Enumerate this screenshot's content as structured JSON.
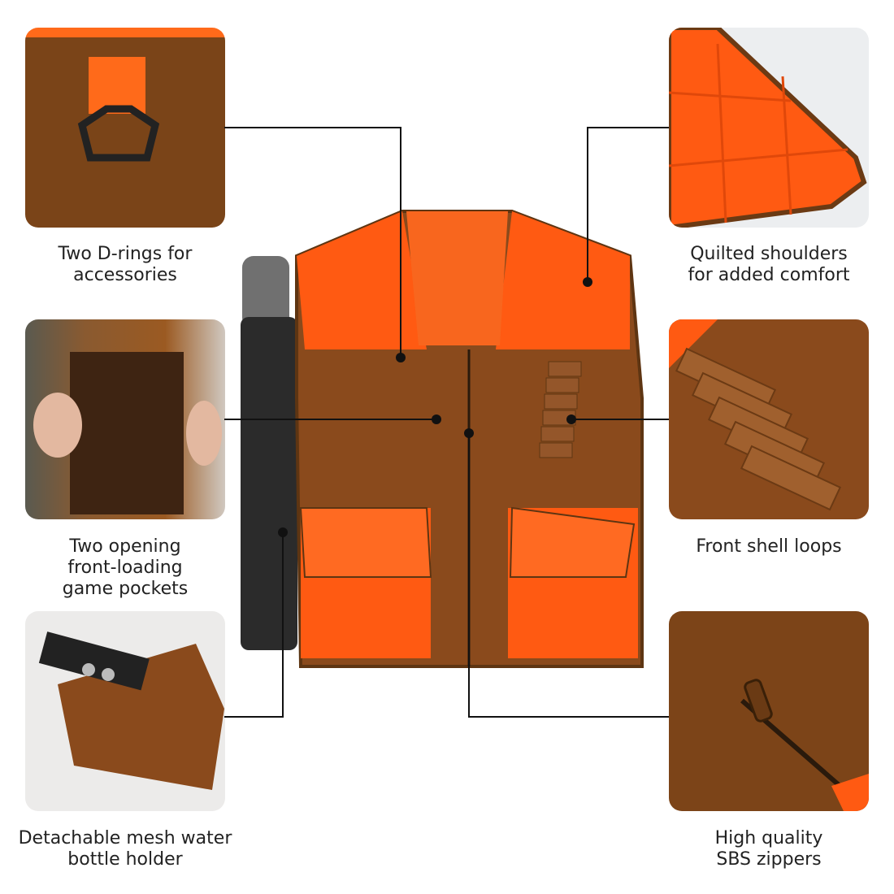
{
  "features": [
    {
      "id": "d-rings",
      "lines": [
        "Two D-rings for",
        "accessories"
      ]
    },
    {
      "id": "quilted-shoulders",
      "lines": [
        "Quilted shoulders",
        "for added comfort"
      ]
    },
    {
      "id": "game-pockets",
      "lines": [
        "Two opening",
        "front-loading",
        "game pockets"
      ]
    },
    {
      "id": "shell-loops",
      "lines": [
        "Front shell loops"
      ]
    },
    {
      "id": "bottle-holder",
      "lines": [
        "Detachable mesh water",
        "bottle holder"
      ]
    },
    {
      "id": "zippers",
      "lines": [
        "High quality",
        "SBS zippers"
      ]
    }
  ],
  "colors": {
    "orange": "#ff5a12",
    "brown": "#8a4a1c",
    "dark_brown": "#5e3512",
    "line": "#111111"
  }
}
